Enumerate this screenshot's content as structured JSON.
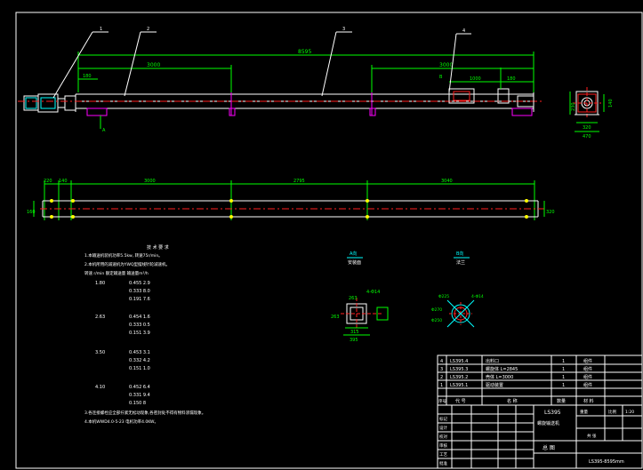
{
  "drawing": {
    "balloons": [
      "1",
      "2",
      "3",
      "4"
    ],
    "overall_length": "8595",
    "dim_left_3000": "3000",
    "dim_right_3000": "3000",
    "dim_1000": "1000",
    "dim_180_left": "180",
    "dim_180_right": "180",
    "section_mark_a": "A",
    "section_mark_b": "B",
    "side_dim_230": "230",
    "side_dim_140": "140",
    "side_dim_320": "320",
    "side_dim_470": "470",
    "plan_dim_220": "220",
    "plan_dim_140": "140",
    "plan_dim_3000": "3000",
    "plan_dim_2795": "2795",
    "plan_dim_3040": "3040",
    "plan_dim_160": "160",
    "plan_dim_320": "320"
  },
  "tech_notes": {
    "title": "技 术 要 求",
    "lines": [
      "1.本输送机装机功率5.5kw, 转速75r/min。",
      "2.本机所用的减速机为YWQ型摆线针轮减速机。",
      "转速 r/min      额定输送量          输送量m³/h"
    ],
    "speed_groups": [
      {
        "speed": "1.80",
        "values": [
          "0.455 2.9",
          "0.333 8.0",
          "0.191 7.6"
        ]
      },
      {
        "speed": "2.63",
        "values": [
          "0.454 1.6",
          "0.333 0.5",
          "0.151 3.9"
        ]
      },
      {
        "speed": "3.50",
        "values": [
          "0.453 3.1",
          "0.332 4.2",
          "0.151 1.0"
        ]
      },
      {
        "speed": "4.10",
        "values": [
          "0.452 6.4",
          "0.331 9.4",
          "0.150 8"
        ]
      }
    ],
    "footer_lines": [
      "3.各连接螺栓应全部拧紧无松动现象,各密封处不得有物料渗漏现象。",
      "4.本机WWD4.0-5-23 电机功率4.0KW。"
    ]
  },
  "sections": {
    "a_label": "A向",
    "a_sub": "安装面",
    "b_label": "B向",
    "b_sub": "法兰",
    "a_dims": [
      "263",
      "4-Φ14",
      "263",
      "315",
      "395"
    ],
    "b_dims": [
      "Φ225",
      "Φ270",
      "Φ250",
      "4-Φ14"
    ]
  },
  "title_block": {
    "parts": [
      {
        "no": "4",
        "code": "LS395.4",
        "name": "出料口"
      },
      {
        "no": "3",
        "code": "LS395.3",
        "name": "螺旋体 L=2845"
      },
      {
        "no": "2",
        "code": "LS395.2",
        "name": "壳体 L=3000"
      },
      {
        "no": "1",
        "code": "LS395.1",
        "name": "驱动装置"
      }
    ],
    "qty": [
      "1",
      "1",
      "1",
      "1"
    ],
    "material": [
      "组件",
      "组件",
      "组件",
      "组件"
    ],
    "header_no": "序号",
    "header_code": "代 号",
    "header_name": "名 称",
    "header_qty": "数量",
    "header_mat": "材 料",
    "drawing_code": "LS395",
    "drawing_name": "螺旋输送机",
    "scale_label": "比例",
    "scale_value": "1:20",
    "sheet_label": "共 张",
    "weight_label": "重量",
    "company": "总 图",
    "drawing_no": "LS395-8595mm",
    "row_labels": [
      "标记",
      "设计",
      "校对",
      "审核",
      "工艺",
      "批准"
    ]
  }
}
